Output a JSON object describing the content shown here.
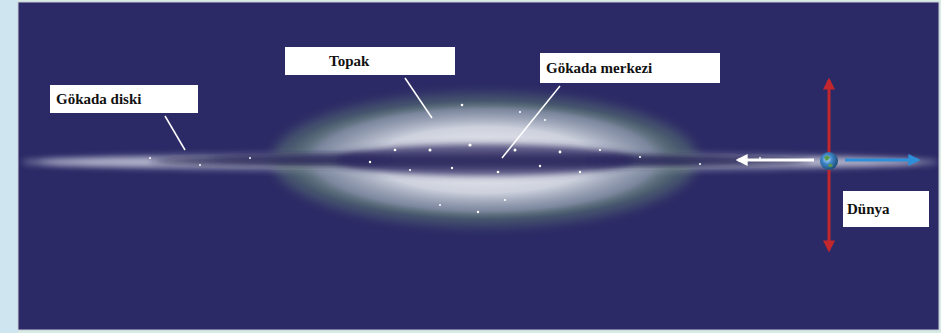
{
  "diagram": {
    "nodes": [
      {
        "text": [
          "Topak"
        ]
      },
      {
        "text": [
          "Gökada merkezi"
        ]
      },
      {
        "text": [
          "Gökada diski"
        ]
      },
      {
        "text": [
          "Dünya"
        ]
      }
    ]
  }
}
